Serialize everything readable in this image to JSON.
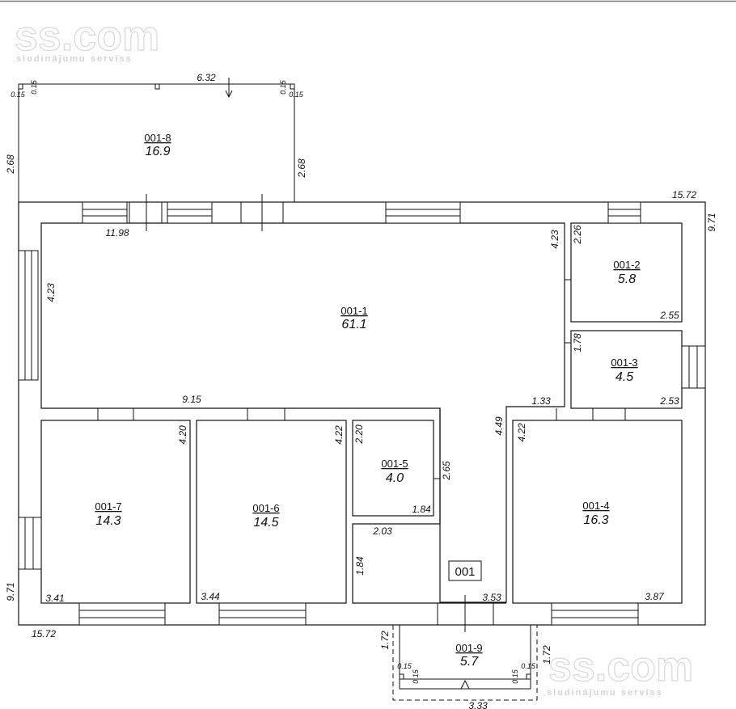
{
  "watermark": {
    "brand": "ss.com",
    "tagline": "sludinājumu serviss"
  },
  "apartment_label": "001",
  "rooms": {
    "r1": {
      "id": "001-1",
      "area": "61.1"
    },
    "r2": {
      "id": "001-2",
      "area": "5.8"
    },
    "r3": {
      "id": "001-3",
      "area": "4.5"
    },
    "r4": {
      "id": "001-4",
      "area": "16.3"
    },
    "r5": {
      "id": "001-5",
      "area": "4.0"
    },
    "r6": {
      "id": "001-6",
      "area": "14.5"
    },
    "r7": {
      "id": "001-7",
      "area": "14.3"
    },
    "r8": {
      "id": "001-8",
      "area": "16.9"
    },
    "r9": {
      "id": "001-9",
      "area": "5.7"
    }
  },
  "dimensions": {
    "terrace_width": "6.32",
    "terrace_depth_left": "2.68",
    "terrace_depth_right": "2.68",
    "terrace_corner_a": "0.15",
    "terrace_corner_b": "0.15",
    "terrace_corner_c": "0.15",
    "terrace_corner_d": "0.15",
    "outer_width_top": "15.72",
    "outer_width_bottom": "15.72",
    "outer_height_right": "9.71",
    "outer_height_left": "9.71",
    "r1_width": "11.98",
    "r1_height": "4.23",
    "r1_height_right": "4.23",
    "r1_bottom": "9.15",
    "r2_height": "2.26",
    "r2_width": "2.55",
    "r3_height": "1.78",
    "r3_width": "2.53",
    "hall_step": "1.33",
    "hall_height": "4.49",
    "r4_height": "4.22",
    "r4_width": "3.87",
    "r5_height": "2.20",
    "r5_depth": "2.65",
    "r5_width": "1.84",
    "hall_width": "2.03",
    "hall_lower": "1.84",
    "hall_bottom": "3.53",
    "r6_height": "4.22",
    "r6_width": "3.44",
    "r7_height": "4.20",
    "r7_width": "3.41",
    "porch_left": "1.72",
    "porch_right": "1.72",
    "porch_width": "3.33",
    "porch_corner_a": "0.15",
    "porch_corner_b": "0.15",
    "porch_corner_c": "0.15",
    "porch_corner_d": "0.15"
  }
}
